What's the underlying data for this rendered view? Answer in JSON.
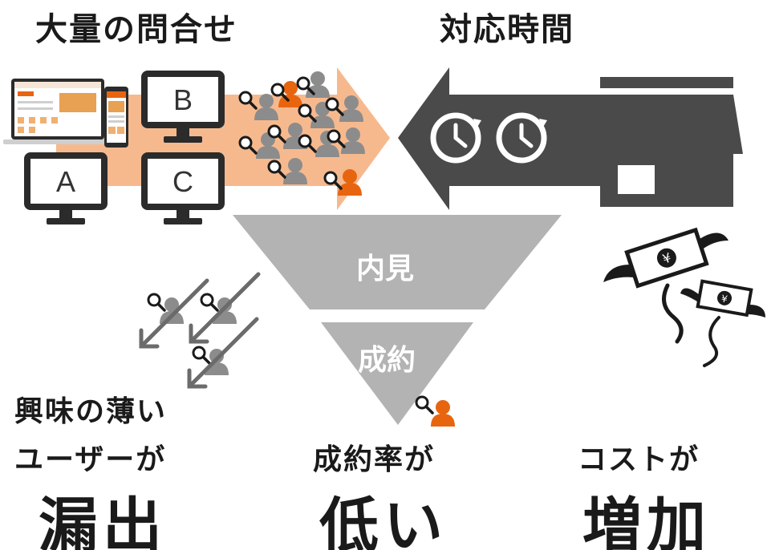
{
  "headings": {
    "left": "大量の問合せ",
    "right": "対応時間"
  },
  "funnel": {
    "top_label": "内見",
    "bottom_label": "成約"
  },
  "monitors": [
    "A",
    "B",
    "C"
  ],
  "bottom_left": {
    "line1": "興味の薄い",
    "line2": "ユーザーが",
    "big": "漏出"
  },
  "bottom_middle": {
    "line1": "成約率が",
    "big": "低い"
  },
  "bottom_right": {
    "line1": "コストが",
    "big": "増加"
  },
  "colors": {
    "orange": "#e8650f",
    "light_orange": "#f6b98e",
    "gray": "#8c8c8c",
    "dark_gray": "#4a4a4a",
    "funnel_gray": "#b3b3b3",
    "black": "#1a1a1a"
  },
  "icons": [
    "laptop-icon",
    "smartphone-icon",
    "monitor-icon",
    "user-search-icon",
    "clock-icon",
    "store-icon",
    "flying-money-icon",
    "arrow-icon"
  ]
}
